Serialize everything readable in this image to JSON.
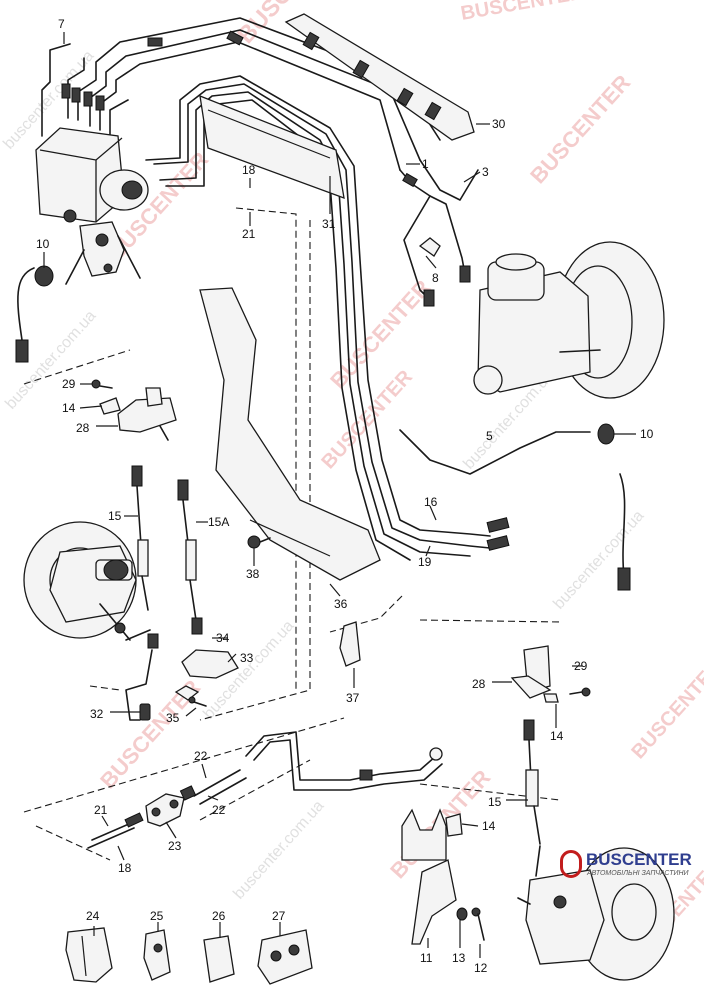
{
  "watermark": {
    "brand": "BUSCENTER",
    "domain": "BUSCENTER.com.ua",
    "domain_lower": "buscenter.com.ua"
  },
  "logo": {
    "name": "BUSCENTER",
    "tagline": "АВТОМОБІЛЬНІ ЗАПЧАСТИНИ"
  },
  "callouts": [
    {
      "id": "c7",
      "label": "7"
    },
    {
      "id": "c30",
      "label": "30"
    },
    {
      "id": "c1",
      "label": "1"
    },
    {
      "id": "c3",
      "label": "3"
    },
    {
      "id": "c18a",
      "label": "18"
    },
    {
      "id": "c21a",
      "label": "21"
    },
    {
      "id": "c31",
      "label": "31"
    },
    {
      "id": "c10a",
      "label": "10"
    },
    {
      "id": "c8",
      "label": "8"
    },
    {
      "id": "c29a",
      "label": "29"
    },
    {
      "id": "c14a",
      "label": "14"
    },
    {
      "id": "c28a",
      "label": "28"
    },
    {
      "id": "c5",
      "label": "5"
    },
    {
      "id": "c10b",
      "label": "10"
    },
    {
      "id": "c16",
      "label": "16"
    },
    {
      "id": "c19",
      "label": "19"
    },
    {
      "id": "c15a",
      "label": "15"
    },
    {
      "id": "c15A",
      "label": "15A"
    },
    {
      "id": "c38",
      "label": "38"
    },
    {
      "id": "c36",
      "label": "36"
    },
    {
      "id": "c34",
      "label": "34"
    },
    {
      "id": "c33",
      "label": "33"
    },
    {
      "id": "c37",
      "label": "37"
    },
    {
      "id": "c29b",
      "label": "29"
    },
    {
      "id": "c28b",
      "label": "28"
    },
    {
      "id": "c14b",
      "label": "14"
    },
    {
      "id": "c32",
      "label": "32"
    },
    {
      "id": "c35",
      "label": "35"
    },
    {
      "id": "c22a",
      "label": "22"
    },
    {
      "id": "c22b",
      "label": "22"
    },
    {
      "id": "c21b",
      "label": "21"
    },
    {
      "id": "c23",
      "label": "23"
    },
    {
      "id": "c18b",
      "label": "18"
    },
    {
      "id": "c15b",
      "label": "15"
    },
    {
      "id": "c14c",
      "label": "14"
    },
    {
      "id": "c24",
      "label": "24"
    },
    {
      "id": "c25",
      "label": "25"
    },
    {
      "id": "c26",
      "label": "26"
    },
    {
      "id": "c27",
      "label": "27"
    },
    {
      "id": "c11",
      "label": "11"
    },
    {
      "id": "c13",
      "label": "13"
    },
    {
      "id": "c12",
      "label": "12"
    }
  ]
}
